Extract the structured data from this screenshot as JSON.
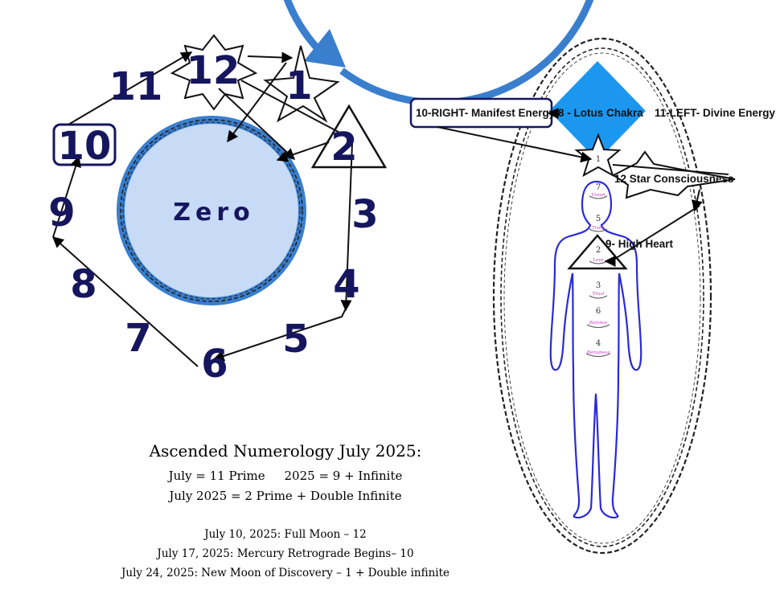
{
  "wheel": {
    "center_label": "Zero",
    "numbers": [
      "1",
      "2",
      "3",
      "4",
      "5",
      "6",
      "7",
      "8",
      "9",
      "10",
      "11",
      "12"
    ],
    "color_ring": "#3a7fce",
    "color_center": "#c7dbf7",
    "color_number": "#16165f"
  },
  "body": {
    "labels": {
      "right": "10-RIGHT- Manifest Energy",
      "lotus": "8 - Lotus Chakra",
      "left": "11-LEFT- Divine Energy",
      "star": "12 Star Consciousness",
      "heart": "9- High Heart"
    },
    "chakras": [
      {
        "num": "1",
        "word": ""
      },
      {
        "num": "7",
        "word": "Vision"
      },
      {
        "num": "5",
        "word": "Truth"
      },
      {
        "num": "2",
        "word": "Love"
      },
      {
        "num": "3",
        "word": "Trust"
      },
      {
        "num": "6",
        "word": "Balance"
      },
      {
        "num": "4",
        "word": "Beingness"
      }
    ],
    "color_outline": "#2a2ad6",
    "color_diamond": "#1c97f0"
  },
  "caption": {
    "title": "Ascended Numerology July 2025:",
    "line1": "July = 11 Prime     2025 = 9 + Infinite",
    "line2": "July 2025 = 2 Prime + Double Infinite",
    "line3": "July 10, 2025: Full Moon – 12",
    "line4": "July 17, 2025: Mercury Retrograde Begins– 10",
    "line5": "July 24, 2025: New Moon of Discovery – 1 + Double infinite"
  }
}
